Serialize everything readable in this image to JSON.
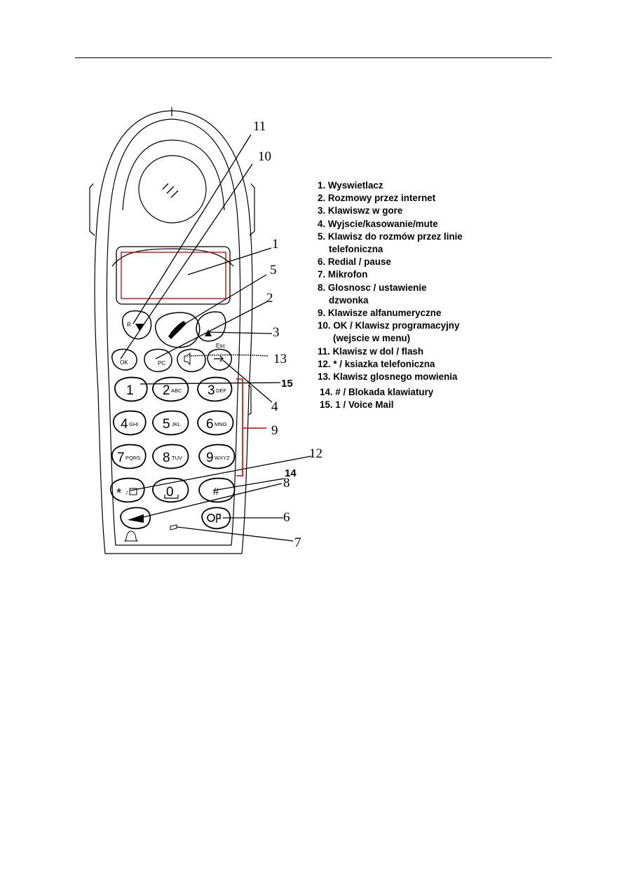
{
  "callouts": {
    "c1": "1",
    "c2": "2",
    "c3": "3",
    "c4": "4",
    "c5": "5",
    "c6": "6",
    "c7": "7",
    "c8": "8",
    "c9": "9",
    "c10": "10",
    "c11": "11",
    "c12": "12",
    "c13": "13",
    "c14": "14",
    "c15": "15"
  },
  "keys": {
    "k1": {
      "digit": "1",
      "letters": ""
    },
    "k2": {
      "digit": "2",
      "letters": "ABC"
    },
    "k3": {
      "digit": "3",
      "letters": "DEF"
    },
    "k4": {
      "digit": "4",
      "letters": "GHI"
    },
    "k5": {
      "digit": "5",
      "letters": "JKL"
    },
    "k6": {
      "digit": "6",
      "letters": "MNO"
    },
    "k7": {
      "digit": "7",
      "letters": "PQRS"
    },
    "k8": {
      "digit": "8",
      "letters": "TUV"
    },
    "k9": {
      "digit": "9",
      "letters": "WXYZ"
    },
    "kstar": {
      "digit": "*",
      "letters": "/"
    },
    "k0": {
      "digit": "0",
      "letters": ""
    },
    "khash": {
      "digit": "#",
      "letters": ""
    },
    "r_label": "R",
    "ok_label": "OK",
    "pc_label": "PC",
    "esc_label": "Esc"
  },
  "legend": [
    {
      "text": "1. Wyswietlacz"
    },
    {
      "text": "2. Rozmowy przez internet"
    },
    {
      "text": "3. Klawiswz w gore"
    },
    {
      "text": "4. Wyjscie/kasowanie/mute"
    },
    {
      "text": "5. Klawisz do rozmów przez linie",
      "cont": "telefoniczna"
    },
    {
      "text": "6. Redial / pause"
    },
    {
      "text": "7. Mikrofon"
    },
    {
      "text": "8. Glosnosc / ustawienie",
      "cont": "dzwonka"
    },
    {
      "text": "9. Klawisze alfanumeryczne"
    },
    {
      "text": "10. OK / Klawisz programacyjny",
      "cont": "(wejscie w menu)"
    },
    {
      "text": "11. Klawisz w dol / flash"
    },
    {
      "text": "12. * / ksiazka telefoniczna"
    },
    {
      "text": "13. Klawisz glosnego mowienia"
    },
    {
      "text": "14. # / Blokada klawiatury"
    },
    {
      "text": "15. 1 / Voice Mail"
    }
  ],
  "colors": {
    "bracket": "#cc0000",
    "display_border": "#cc0000",
    "outline": "#000000"
  }
}
